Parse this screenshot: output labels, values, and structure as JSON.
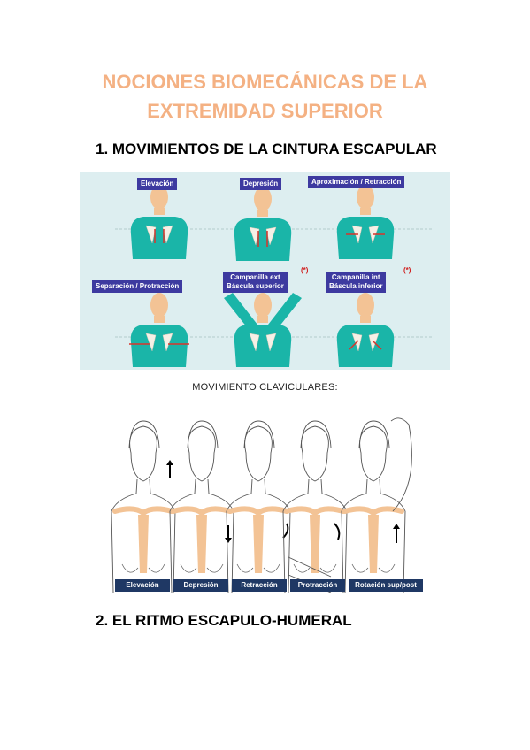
{
  "document": {
    "title_line1": "NOCIONES BIOMECÁNICAS DE LA",
    "title_line2": "EXTREMIDAD SUPERIOR",
    "section1": "1. MOVIMIENTOS DE LA CINTURA ESCAPULAR",
    "section2": "2. EL RITMO ESCAPULO-HUMERAL",
    "caption": "MOVIMIENTO CLAVICULARES:"
  },
  "scapular_panel": {
    "labels": [
      {
        "line1": "Elevación"
      },
      {
        "line1": "Depresión"
      },
      {
        "line1": "Aproximación / Retracción"
      },
      {
        "line1": "Separación / Protracción"
      },
      {
        "line1": "Campanilla ext",
        "line2": "Báscula superior"
      },
      {
        "line1": "Campanilla int",
        "line2": "Báscula inferior"
      }
    ],
    "star": "(*)"
  },
  "clavicle_figure": {
    "labels": [
      "Elevación",
      "Depresión",
      "Retracción",
      "Protracción",
      "Rotación sup/post"
    ]
  },
  "colors": {
    "title": "#f4b183",
    "panel_bg": "#ddeef0",
    "label_bg": "#3d3aa0",
    "figure_label_bg": "#1f3864",
    "body_teal": "#1ab5a8",
    "skin": "#f3c395",
    "arrow": "#d9342b"
  }
}
